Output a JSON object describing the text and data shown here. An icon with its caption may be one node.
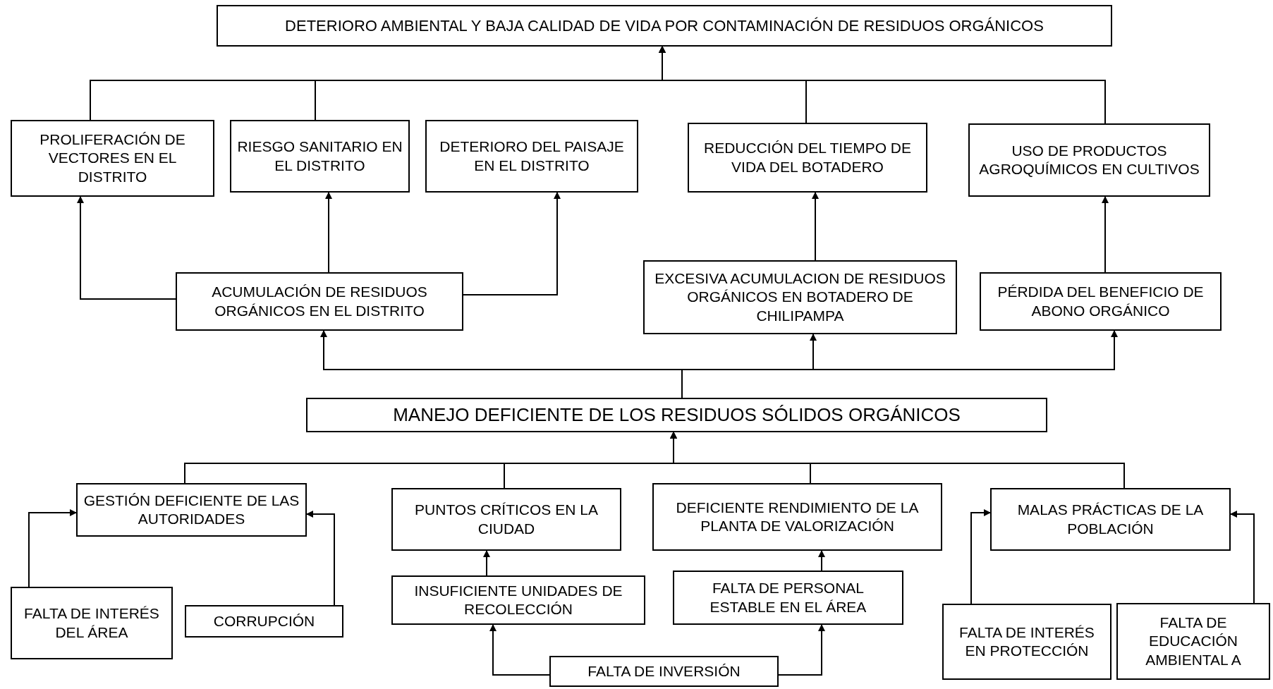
{
  "diagram": {
    "nodes": [
      {
        "text": [
          "DETERIORO AMBIENTAL Y BAJA CALIDAD DE VIDA POR CONTAMINACIÓN DE RESIDUOS ORGÁNICOS"
        ]
      },
      {
        "text": [
          "PROLIFERACIÓN DE VECTORES EN EL DISTRITO"
        ]
      },
      {
        "text": [
          "RIESGO SANITARIO EN EL DISTRITO"
        ]
      },
      {
        "text": [
          "DETERIORO DEL PAISAJE EN EL DISTRITO"
        ]
      },
      {
        "text": [
          "REDUCCIÓN DEL TIEMPO DE VIDA DEL BOTADERO"
        ]
      },
      {
        "text": [
          "USO DE PRODUCTOS AGROQUÍMICOS EN CULTIVOS"
        ]
      },
      {
        "text": [
          "ACUMULACIÓN DE RESIDUOS ORGÁNICOS EN EL DISTRITO"
        ]
      },
      {
        "text": [
          "EXCESIVA ACUMULACION DE RESIDUOS ORGÁNICOS EN BOTADERO DE CHILIPAMPA"
        ]
      },
      {
        "text": [
          "PÉRDIDA DEL BENEFICIO DE ABONO ORGÁNICO"
        ]
      },
      {
        "text": [
          "MANEJO DEFICIENTE DE LOS RESIDUOS SÓLIDOS ORGÁNICOS"
        ]
      },
      {
        "text": [
          "GESTIÓN DEFICIENTE DE LAS AUTORIDADES"
        ]
      },
      {
        "text": [
          "PUNTOS CRÍTICOS EN LA CIUDAD"
        ]
      },
      {
        "text": [
          "DEFICIENTE RENDIMIENTO DE LA PLANTA DE VALORIZACIÓN"
        ]
      },
      {
        "text": [
          "MALAS PRÁCTICAS DE LA POBLACIÓN"
        ]
      },
      {
        "text": [
          "FALTA DE INTERÉS DEL ÁREA"
        ]
      },
      {
        "text": [
          "CORRUPCIÓN"
        ]
      },
      {
        "text": [
          "INSUFICIENTE UNIDADES DE RECOLECCIÓN"
        ]
      },
      {
        "text": [
          "FALTA DE PERSONAL ESTABLE EN EL ÁREA"
        ]
      },
      {
        "text": [
          "FALTA DE INVERSIÓN"
        ]
      },
      {
        "text": [
          "FALTA DE INTERÉS EN PROTECCIÓN"
        ]
      },
      {
        "text": [
          "FALTA DE EDUCACIÓN AMBIENTAL A"
        ]
      }
    ],
    "edges": [
      {
        "from": 1,
        "to": 0,
        "arrow": "to"
      },
      {
        "from": 2,
        "to": 0,
        "arrow": "to"
      },
      {
        "from": 4,
        "to": 0,
        "arrow": "to"
      },
      {
        "from": 5,
        "to": 0,
        "arrow": "to"
      },
      {
        "from": 6,
        "to": 1,
        "arrow": "to"
      },
      {
        "from": 6,
        "to": 2,
        "arrow": "to"
      },
      {
        "from": 6,
        "to": 3,
        "arrow": "to"
      },
      {
        "from": 7,
        "to": 4,
        "arrow": "to"
      },
      {
        "from": 8,
        "to": 5,
        "arrow": "to"
      },
      {
        "from": 9,
        "to": 6,
        "arrow": "to"
      },
      {
        "from": 9,
        "to": 7,
        "arrow": "to"
      },
      {
        "from": 9,
        "to": 8,
        "arrow": "to"
      },
      {
        "from": 10,
        "to": 9,
        "arrow": "to"
      },
      {
        "from": 11,
        "to": 9,
        "arrow": "to"
      },
      {
        "from": 12,
        "to": 9,
        "arrow": "to"
      },
      {
        "from": 13,
        "to": 9,
        "arrow": "to"
      },
      {
        "from": 14,
        "to": 10,
        "arrow": "to"
      },
      {
        "from": 15,
        "to": 10,
        "arrow": "to"
      },
      {
        "from": 16,
        "to": 11,
        "arrow": "to"
      },
      {
        "from": 17,
        "to": 12,
        "arrow": "to"
      },
      {
        "from": 18,
        "to": 16,
        "arrow": "to"
      },
      {
        "from": 18,
        "to": 17,
        "arrow": "to"
      },
      {
        "from": 19,
        "to": 13,
        "arrow": "to"
      },
      {
        "from": 20,
        "to": 13,
        "arrow": "to"
      }
    ]
  }
}
